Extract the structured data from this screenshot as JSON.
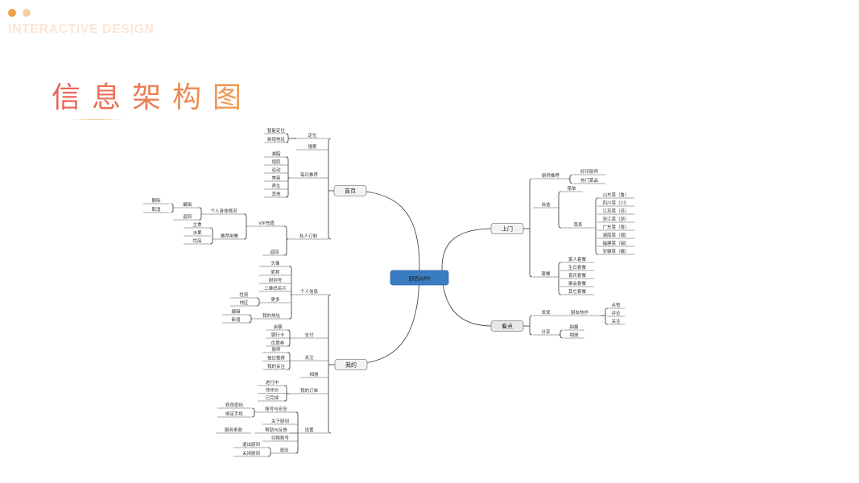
{
  "header": {
    "subtitle": "INTERACTIVE DESIGN",
    "title": "信息架构图",
    "accent_colors": [
      "#efa24a",
      "#f6cfa3",
      "#e8605a"
    ]
  },
  "mindmap": {
    "root": "厨到APP",
    "branches": {
      "home": {
        "label": "首页",
        "children": [
          {
            "label": "定位",
            "children": [
              "智能定位",
              "新增地址"
            ]
          },
          {
            "label": "搜索",
            "children": []
          },
          {
            "label": "每日推荐",
            "children": [
              "减脂",
              "增肌",
              "运动",
              "美容",
              "养生",
              "其他"
            ]
          },
          {
            "label": "私人订制",
            "children": [
              {
                "label": "VIP充值",
                "children": [
                  {
                    "label": "个人身体情况",
                    "children": [
                      {
                        "label": "编辑",
                        "children": [
                          "删除",
                          "取消"
                        ]
                      },
                      {
                        "label": "返回"
                      }
                    ]
                  },
                  {
                    "label": "推荐用餐",
                    "children": [
                      "主食",
                      "水果",
                      "饮品"
                    ]
                  }
                ]
              },
              {
                "label": "返回"
              }
            ]
          }
        ]
      },
      "mine": {
        "label": "我的",
        "children": [
          {
            "label": "个人信息",
            "children": [
              "头像",
              "昵称",
              "厨到号",
              "二维码名片",
              {
                "label": "更多",
                "children": [
                  "性别",
                  "地区"
                ]
              },
              {
                "label": "我的地址",
                "children": [
                  "编辑",
                  "新增"
                ]
              }
            ]
          },
          {
            "label": "支付",
            "children": [
              "余额",
              "银行卡",
              "优惠券"
            ]
          },
          {
            "label": "关注",
            "children": [
              "厨师",
              "每日推荐",
              "我的关注"
            ]
          },
          {
            "label": "相册",
            "children": []
          },
          {
            "label": "我的订单",
            "children": [
              "进行中",
              "待评价",
              "已完成"
            ]
          },
          {
            "label": "设置",
            "children": [
              {
                "label": "账号与安全",
                "children": [
                  "修改密码",
                  "绑定手机"
                ]
              },
              {
                "label": "关于厨到"
              },
              {
                "label": "帮助与反馈",
                "children": [
                  "服务条款"
                ]
              },
              {
                "label": "切换账号"
              },
              {
                "label": "退出",
                "children": [
                  "退出厨到",
                  "关闭厨到"
                ]
              }
            ]
          }
        ]
      },
      "visit": {
        "label": "上门",
        "children": [
          {
            "label": "厨师推荐",
            "children": [
              "好评厨师",
              "热门菜品"
            ]
          },
          {
            "label": "自选",
            "children": [
              {
                "label": "菜单"
              },
              {
                "label": "菜系",
                "children": [
                  "山东菜（鲁）",
                  "四川菜（川）",
                  "江苏菜（苏）",
                  "浙江菜（浙）",
                  "广东菜（粤）",
                  "湖南菜（湘）",
                  "福建菜（闽）",
                  "安徽菜（徽）"
                ]
              }
            ]
          },
          {
            "label": "套餐",
            "children": [
              "家人套餐",
              "生日套餐",
              "喜庆套餐",
              "聚会套餐",
              "其它套餐"
            ]
          }
        ]
      },
      "view": {
        "label": "看点",
        "children": [
          {
            "label": "发现",
            "children": [
              {
                "label": "厨友热作",
                "children": [
                  "点赞",
                  "评论",
                  "关注"
                ]
              }
            ]
          },
          {
            "label": "分享",
            "children": [
              "拍摄",
              "相册"
            ]
          }
        ]
      }
    }
  }
}
